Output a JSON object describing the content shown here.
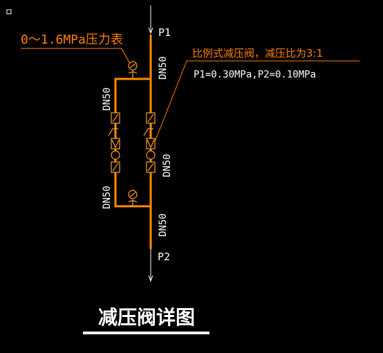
{
  "colors": {
    "background": "#000000",
    "pipe": "#ff8c00",
    "detail": "#ff9e2e",
    "text": "#ffffff",
    "label": "#ff8000",
    "title_underline": "#ffffff"
  },
  "labels": {
    "p1": "P1",
    "p2": "P2",
    "gauge_note": "0～1.6MPa压力表",
    "valve_note_title": "比例式减压阀，减压比为3:1",
    "valve_note_pressures": "P1=0.30MPa,P2=0.10MPa",
    "dn50_main_upper": "DN50",
    "dn50_bypass_upper": "DN50",
    "dn50_main_mid": "DN50",
    "dn50_bypass_lower": "DN50",
    "dn50_main_lower": "DN50"
  },
  "title": "减压阀详图",
  "icons": {
    "corner_marker": "square-outline-icon",
    "gauge": "pressure-gauge-icon",
    "flow_arrow": "flow-arrow-icon"
  }
}
